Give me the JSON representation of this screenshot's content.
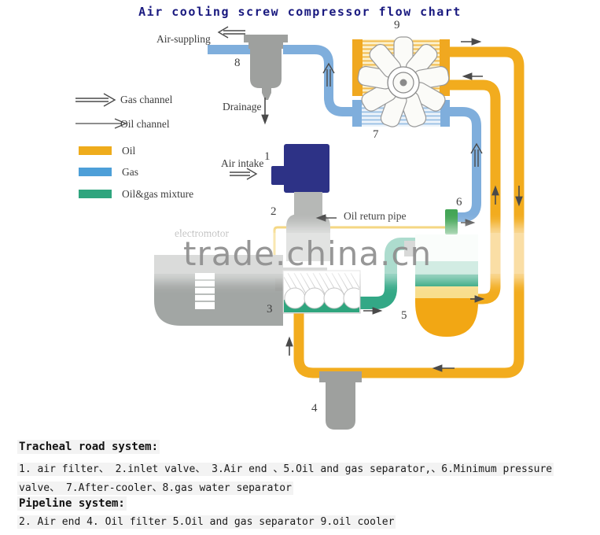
{
  "title": "Air cooling screw compressor flow chart",
  "legend": {
    "items": [
      {
        "label": "Gas channel",
        "type": "double-line-arrow"
      },
      {
        "label": "Oil channel",
        "type": "single-line-arrow"
      },
      {
        "label": "Oil",
        "color": "#EFAC1C"
      },
      {
        "label": "Gas",
        "color": "#4D9FD8"
      },
      {
        "label": "Oil&gas mixture",
        "color": "#2FA57E"
      }
    ]
  },
  "diagram": {
    "labels": {
      "air_suppling": "Air-suppling",
      "drainage": "Drainage",
      "air_intake": "Air intake",
      "oil_return_pipe": "Oil return pipe",
      "electromotor": "electromotor"
    },
    "numbers": {
      "n1": "1",
      "n2": "2",
      "n3": "3",
      "n4": "4",
      "n5": "5",
      "n6": "6",
      "n7": "7",
      "n8": "8",
      "n9": "9"
    },
    "components": {
      "1": "air filter",
      "2": "inlet valve",
      "3": "Air end",
      "4": "Oil filter",
      "5": "Oil and gas separator",
      "6": "Minimum pressure valve",
      "7": "After-cooler",
      "8": "gas water separator",
      "9": "oil cooler"
    },
    "colors": {
      "oil_pipe": "#F2AC1E",
      "gas_pipe": "#7FAEDC",
      "mixture_pipe": "#33A886",
      "oil_return_line": "#EFC23E",
      "vessel_gray": "#9EA09E",
      "air_filter_navy": "#2D3286",
      "valve6_green": "#43A556",
      "title_blue": "#19197F"
    }
  },
  "watermark": "trade.china.cn",
  "notes": {
    "tracheal_heading": "Tracheal road system:",
    "tracheal_line1": "1.   air filter、 2.inlet valve、 3.Air end 、5.Oil and gas separator,、6.Minimum pressure",
    "tracheal_line2": "valve、 7.After-cooler、8.gas water separator",
    "pipeline_heading": "Pipeline system:",
    "pipeline_line1": "2. Air end 4. Oil filter 5.Oil and gas separator 9.oil cooler"
  }
}
